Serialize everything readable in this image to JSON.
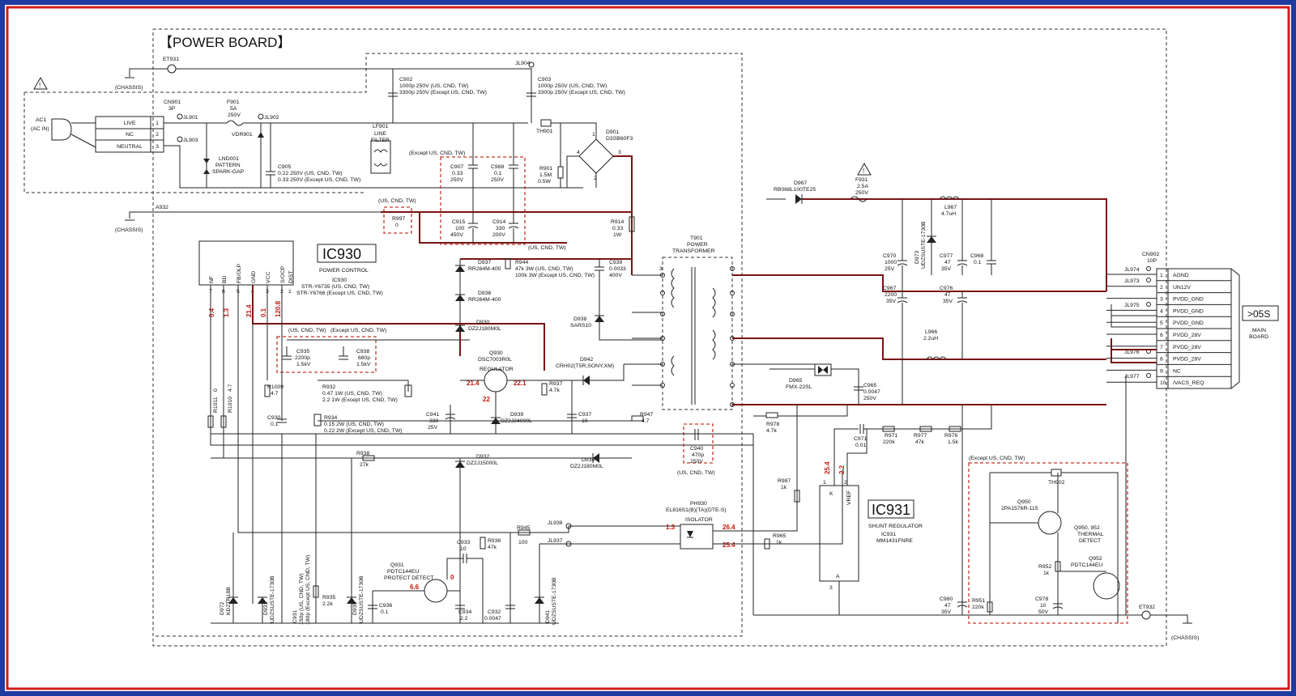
{
  "title": "【POWER BOARD】",
  "border_colors": {
    "outer_blue": "#1e3a9e",
    "inner_red": "#d21b1b",
    "wire_red": "#7a1414",
    "value_red": "#c0180c"
  },
  "ic930": {
    "name": "IC930",
    "func": "POWER CONTROL",
    "ref": "IC930",
    "part1": "STR-Y6735 (US, CND, TW)",
    "part2": "STR-Y6766 (Except US, CND, TW)",
    "pins": [
      {
        "name": "NF",
        "num": "7"
      },
      {
        "name": "BD",
        "num": "6"
      },
      {
        "name": "FB/OLP",
        "num": "5"
      },
      {
        "name": "GND",
        "num": "4"
      },
      {
        "name": "VCC",
        "num": "3"
      },
      {
        "name": "S/OCP",
        "num": "2"
      },
      {
        "name": "DIST",
        "num": "1"
      }
    ],
    "pin_voltages": [
      "0.4",
      "1.3",
      "21.4",
      "0.1",
      "120.8"
    ]
  },
  "ic931": {
    "name": "IC931",
    "func": "SHUNT REGULATOR",
    "ref": "IC931",
    "part": "MM1431FNRE",
    "pin_k": "K",
    "pin_vref": "VREF",
    "pin_a": "A",
    "pin1": "1",
    "pin2": "2",
    "pin3": "3",
    "v1": "25.4",
    "v2": "2.2"
  },
  "connectors": {
    "cn901": {
      "ref": "CN901",
      "type": "3P",
      "ac_ref": "AC1",
      "ac_label": "(AC IN)",
      "pins": [
        {
          "label": "LIVE",
          "num": "1"
        },
        {
          "label": "NC",
          "num": "2"
        },
        {
          "label": "NEUTRAL",
          "num": "3"
        }
      ]
    },
    "cn902": {
      "ref": "CN902",
      "type": "10P",
      "pins": [
        {
          "num": "1",
          "label": "AGND"
        },
        {
          "num": "2",
          "label": "UN12V"
        },
        {
          "num": "3",
          "label": "PVDD_GND"
        },
        {
          "num": "4",
          "label": "PVDD_GND"
        },
        {
          "num": "5",
          "label": "PVDD_GND"
        },
        {
          "num": "6",
          "label": "PVDD_28V"
        },
        {
          "num": "7",
          "label": "PVDD_28V"
        },
        {
          "num": "8",
          "label": "PVDD_28V"
        },
        {
          "num": "9",
          "label": "NC"
        },
        {
          "num": "10",
          "label": "/VACS_REQ"
        }
      ]
    },
    "main_board": {
      "tag": ">05S",
      "line1": "MAIN",
      "line2": "BOARD"
    }
  },
  "labels": {
    "et931": "ET931",
    "et932": "ET932",
    "chassis": "(CHASSIS)",
    "a932": "A932",
    "jl901": "JL901",
    "jl902": "JL902",
    "jl903": "JL903",
    "jl904": "JL904",
    "jl936": "JL936",
    "jl937": "JL937",
    "jl973": "JL973",
    "jl974": "JL974",
    "jl975": "JL975",
    "jl976": "JL976",
    "jl977": "JL977",
    "f901": "F901",
    "f901_a": "5A",
    "f901_v": "250V",
    "vdr901": "VDR901",
    "lnd001_a": "LND001",
    "lnd001_b": "PATTERN",
    "lnd001_c": "SPARK-GAP",
    "c905_a": "C905",
    "c905_b": "0.22 250V (US, CND, TW)",
    "c905_c": "0.33 250V (Except US, CND, TW)",
    "lf901_a": "LF901",
    "lf901_b": "LINE",
    "lf901_c": "FILTER",
    "c902_a": "C902",
    "c902_b": "1000p 250V (US, CND, TW)",
    "c902_c": "3300p 250V (Except US, CND, TW)",
    "c903_a": "C903",
    "c903_b": "1000p 250V (US, CND, TW)",
    "c903_c": "3300p 250V (Except US, CND, TW)",
    "th901": "TH901",
    "d901_a": "D901",
    "d901_b": "D3SB60F3",
    "bridge_p4": "4",
    "bridge_p1": "1",
    "bridge_p2": "2",
    "bridge_p3": "3",
    "except_us_cnd_tw": "(Except US, CND, TW)",
    "us_cnd_tw": "(US, CND, TW)",
    "c907_a": "C907",
    "c907_b": "0.33",
    "c907_c": "250V",
    "c988_a": "C988",
    "c988_b": "0.1",
    "c988_c": "250V",
    "r901_a": "R901",
    "r901_b": "1.5M",
    "r901_c": "0.5W",
    "r997_a": "R997",
    "r997_b": "0",
    "c915_a": "C915",
    "c915_b": "100",
    "c915_c": "450V",
    "c914_a": "C914",
    "c914_b": "330",
    "c914_c": "200V",
    "r914_a": "R914",
    "r914_b": "0.33",
    "r914_c": "1W",
    "d937_a": "D937",
    "d937_b": "RR264M-400",
    "d936_a": "D936",
    "d936_b": "RR264M-400",
    "r944_a": "R944",
    "r944_b": "47k 3W (US, CND, TW)",
    "r944_c": "100k 3W (Except US, CND, TW)",
    "c939_a": "C939",
    "c939_b": "0.0033",
    "c939_c": "400V",
    "d938_a": "D938",
    "d938_b": "SARS10",
    "t901_a": "T901",
    "t901_b": "POWER",
    "t901_c": "TRANSFORMER",
    "d930_a": "D930",
    "d930_b": "DZ2J180M0L",
    "q930_a": "Q930",
    "q930_b": "DSC7003R0L",
    "q930_c": "REGULATOR",
    "q930_v1": "21.4",
    "q930_v2": "22.1",
    "q930_v3": "22",
    "d942_a": "D942",
    "d942_b": "CRH02(T5R,SONY,XM)",
    "r937_a": "R937",
    "r937_b": "4.7k",
    "d939_a": "D939",
    "d939_b": "DZ2J24000L",
    "c941_a": "C941",
    "c941_b": "330",
    "c941_c": "25V",
    "c937_a": "C937",
    "c937_b": "10",
    "r947_a": "R947",
    "r947_b": "4.7",
    "d934_a": "D934",
    "d934_b": "DZ2J180M0L",
    "d932_a": "D932",
    "d932_b": "DZ2J15000L",
    "c935_a": "C935",
    "c935_b": "2200p",
    "c935_c": "1.5kV",
    "c938_a": "C938",
    "c938_b": "680p",
    "c938_c": "1.5kV",
    "r1009_a": "R1009",
    "r1009_b": "4.7",
    "r932_a": "R932",
    "r932_b": "0.47 1W (US, CND, TW)",
    "r932_c": "2.2 1W (Except US, CND, TW)",
    "r934_a": "R934",
    "r934_b": "0.15 2W (US, CND, TW)",
    "r934_c": "0.22 2W (Except US, CND, TW)",
    "c930_a": "C930",
    "c930_b": "0.1",
    "r1011_a": "R1011",
    "r1011_b": "0",
    "r1010_a": "R1010",
    "r1010_b": "4.7",
    "r938_a": "R938",
    "r938_b": "27k",
    "d972_a": "D972",
    "d972_b": "KDZTR18B",
    "d931_a": "D931",
    "d931_b": "UDZSUSTE-1730B",
    "c931_a": "C931",
    "c931_b": "150p (US, CND, TW)",
    "c931_c": "180p (Except US, CND, TW)",
    "r935_a": "R935",
    "r935_b": "2.2k",
    "d935_a": "D935",
    "d935_b": "UDZSUSTE-1730B",
    "c936_a": "C936",
    "c936_b": "0.1",
    "q931_a": "Q931",
    "q931_b": "PDTC144EU",
    "q931_c": "PROTECT DETECT",
    "q931_v1": "6.6",
    "q931_v2": "0",
    "c933_a": "C933",
    "c933_b": "10",
    "r936_a": "R936",
    "r936_b": "47k",
    "c934_a": "C934",
    "c934_b": "2.2",
    "c932_a": "C932",
    "c932_b": "0.0047",
    "r945_a": "R945",
    "r945_b": "100",
    "d941_a": "D941",
    "d941_b": "UDZSUSTE-1730B",
    "c940_a": "C940",
    "c940_b": "470p",
    "c940_c": "250V",
    "ph930_a": "PH930",
    "ph930_b": "EL816S1(B)(TA)(DTE-S)",
    "ph930_c": "ISOLATOR",
    "ph930_v1": "1.3",
    "ph930_v2": "26.4",
    "ph930_v3": "25.4",
    "r965_a": "R965",
    "r965_b": "1k",
    "d967_a": "D967",
    "d967_b": "RB068L100TE25",
    "f931_a": "F931",
    "f931_b": "2.5A",
    "f931_c": "250V",
    "l967_a": "L967",
    "l967_b": "4.7uH",
    "d973_a": "D973",
    "d973_b": "UDZSUSTE-1730B",
    "c970_a": "C970",
    "c970_b": "1000",
    "c970_c": "25V",
    "c977_a": "C977",
    "c977_b": "47",
    "c977_c": "35V",
    "c968_a": "C968",
    "c968_b": "0.1",
    "c967_a": "C967",
    "c967_b": "2200",
    "c967_c": "35V",
    "c976_a": "C976",
    "c976_b": "47",
    "c976_c": "35V",
    "l966_a": "L966",
    "l966_b": "2.2uH",
    "d965_a": "D965",
    "d965_b": "FMX-22SL",
    "c965_a": "C965",
    "c965_b": "0.0047",
    "c965_c": "250V",
    "r978_a": "R978",
    "r978_b": "4.7k",
    "c971_a": "C971",
    "c971_b": "0.01",
    "r971_a": "R971",
    "r971_b": "220k",
    "r977_a": "R977",
    "r977_b": "47k",
    "r976_a": "R976",
    "r976_b": "1.5k",
    "r987_a": "R987",
    "r987_b": "1k",
    "th902": "TH902",
    "q950_a": "Q950",
    "q950_b": "2PA1576R-115",
    "q950952_a": "Q950, 952",
    "q950952_b": "THERMAL",
    "q950952_c": "DETECT",
    "r952_a": "R952",
    "r952_b": "1k",
    "q952_a": "Q952",
    "q952_b": "PDTC144EU",
    "c980_a": "C980",
    "c980_b": "47",
    "c980_c": "35V",
    "r951_a": "R951",
    "r951_b": "220k",
    "c978_a": "C978",
    "c978_b": "10",
    "c978_c": "50V"
  }
}
